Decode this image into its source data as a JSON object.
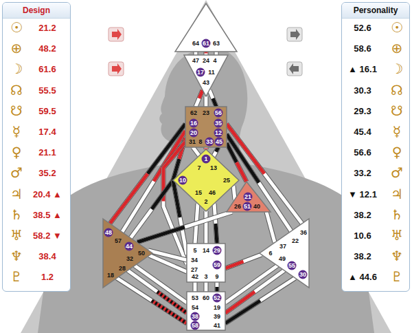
{
  "diagram": {
    "nodes": [
      {
        "text": [
          "Design"
        ]
      },
      {
        "text": [
          "Personality"
        ]
      },
      {
        "text": [
          "64",
          "61",
          "63"
        ]
      },
      {
        "text": [
          "47",
          "24",
          "4",
          "17",
          "11",
          "43"
        ]
      },
      {
        "text": [
          "62",
          "23",
          "56",
          "16",
          "35",
          "20",
          "12",
          "31",
          "8",
          "33",
          "45"
        ]
      },
      {
        "text": [
          "1",
          "7",
          "13",
          "10",
          "25",
          "15",
          "46",
          "2"
        ]
      },
      {
        "text": [
          "21",
          "26",
          "51",
          "40"
        ]
      },
      {
        "text": [
          "48",
          "57",
          "44",
          "50",
          "32",
          "28",
          "18"
        ]
      },
      {
        "text": [
          "5",
          "14",
          "29",
          "34",
          "27",
          "59",
          "42",
          "3",
          "9"
        ]
      },
      {
        "text": [
          "36",
          "22",
          "37",
          "6",
          "49",
          "55",
          "30"
        ]
      },
      {
        "text": [
          "53",
          "60",
          "52",
          "54",
          "19",
          "38",
          "39",
          "58",
          "41"
        ]
      }
    ],
    "edges": [
      {
        "from": 2,
        "to": 3,
        "arrow": "none"
      },
      {
        "from": 2,
        "to": 3,
        "arrow": "none"
      },
      {
        "from": 2,
        "to": 3,
        "arrow": "none"
      },
      {
        "from": 3,
        "to": 4,
        "arrow": "none"
      },
      {
        "from": 3,
        "to": 4,
        "arrow": "none"
      },
      {
        "from": 3,
        "to": 4,
        "arrow": "none"
      },
      {
        "from": 4,
        "to": 5,
        "arrow": "none"
      },
      {
        "from": 4,
        "to": 5,
        "arrow": "none"
      },
      {
        "from": 4,
        "to": 5,
        "arrow": "none"
      },
      {
        "from": 4,
        "to": 5,
        "arrow": "none"
      },
      {
        "from": 4,
        "to": 7,
        "arrow": "none"
      },
      {
        "from": 4,
        "to": 7,
        "arrow": "none"
      },
      {
        "from": 4,
        "to": 8,
        "arrow": "none"
      },
      {
        "from": 4,
        "to": 6,
        "arrow": "none"
      },
      {
        "from": 4,
        "to": 9,
        "arrow": "none"
      },
      {
        "from": 4,
        "to": 9,
        "arrow": "none"
      },
      {
        "from": 5,
        "to": 8,
        "arrow": "none"
      },
      {
        "from": 5,
        "to": 8,
        "arrow": "none"
      },
      {
        "from": 5,
        "to": 8,
        "arrow": "none"
      },
      {
        "from": 5,
        "to": 7,
        "arrow": "none"
      },
      {
        "from": 5,
        "to": 8,
        "arrow": "none"
      },
      {
        "from": 5,
        "to": 6,
        "arrow": "none"
      },
      {
        "from": 6,
        "to": 7,
        "arrow": "none"
      },
      {
        "from": 6,
        "to": 9,
        "arrow": "none"
      },
      {
        "from": 8,
        "to": 7,
        "arrow": "none"
      },
      {
        "from": 8,
        "to": 7,
        "arrow": "none"
      },
      {
        "from": 8,
        "to": 9,
        "arrow": "none"
      },
      {
        "from": 8,
        "to": 10,
        "arrow": "none"
      },
      {
        "from": 8,
        "to": 10,
        "arrow": "none"
      },
      {
        "from": 8,
        "to": 10,
        "arrow": "none"
      },
      {
        "from": 7,
        "to": 10,
        "arrow": "none"
      },
      {
        "from": 7,
        "to": 10,
        "arrow": "none"
      },
      {
        "from": 7,
        "to": 10,
        "arrow": "none"
      },
      {
        "from": 9,
        "to": 10,
        "arrow": "none"
      },
      {
        "from": 9,
        "to": 10,
        "arrow": "none"
      },
      {
        "from": 9,
        "to": 10,
        "arrow": "none"
      }
    ],
    "labels": [
      "☉",
      "21.2",
      "⊕",
      "48.2",
      "☽",
      "61.6",
      "☊",
      "55.5",
      "☋",
      "59.5",
      "☿",
      "17.4",
      "♀",
      "21.1",
      "♂",
      "35.2",
      "♃",
      "20.4 ▲",
      "♄",
      "38.5 ▲",
      "♅",
      "58.2 ▼",
      "♆",
      "38.4",
      "♇",
      "1.2",
      "52.6",
      "☉",
      "58.6",
      "⊕",
      "▲ 16.1",
      "☽",
      "30.3",
      "☊",
      "29.3",
      "☋",
      "45.4",
      "☿",
      "56.6",
      "♀",
      "33.2",
      "♂",
      "▼ 12.1",
      "♃",
      "38.2",
      "♄",
      "10.6",
      "♅",
      "38.2",
      "♆",
      "▲ 44.6",
      "♇"
    ]
  }
}
